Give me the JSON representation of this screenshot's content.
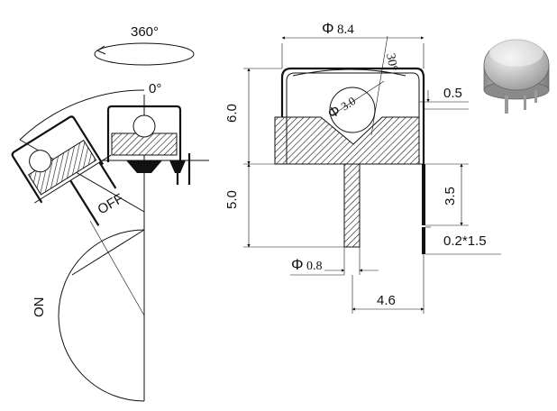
{
  "rotation": {
    "angle_label": "360°",
    "zero_label": "0°"
  },
  "states": {
    "off_label": "OFF",
    "on_label": "ON"
  },
  "dimensions": {
    "outer_diameter": {
      "symbol": "Φ",
      "value": "8.4"
    },
    "ball_diameter": {
      "symbol": "Φ",
      "value": "3.0"
    },
    "cone_angle": "30°",
    "body_height": "6.0",
    "pin_length": "5.0",
    "wall_thickness": "0.5",
    "side_terminal_length": "3.5",
    "pin_diameter": {
      "symbol": "Φ",
      "value": "0.8"
    },
    "terminal_section": "0.2*1.5",
    "pin_spacing": "4.6"
  },
  "colors": {
    "line": "#111111",
    "background": "#ffffff",
    "photo_body": "#cfcfcf"
  }
}
